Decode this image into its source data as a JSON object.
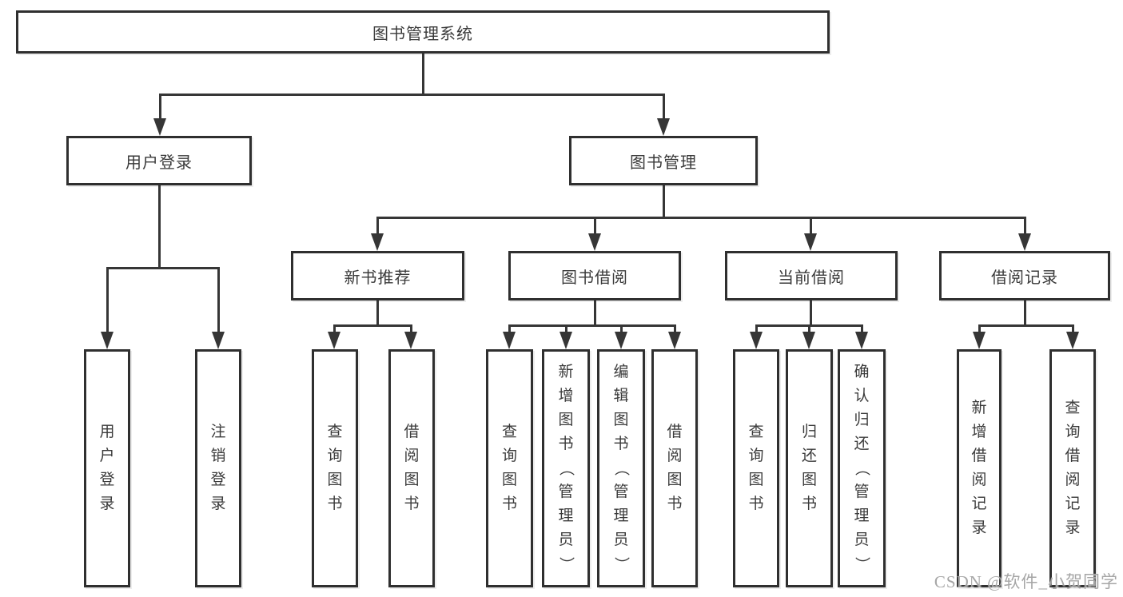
{
  "tree": {
    "root": {
      "label": "图书管理系统"
    },
    "branches": [
      {
        "label": "用户登录",
        "children": [
          {
            "label": "用户登录"
          },
          {
            "label": "注销登录"
          }
        ]
      },
      {
        "label": "图书管理",
        "groups": [
          {
            "label": "新书推荐",
            "children": [
              {
                "label": "查询图书"
              },
              {
                "label": "借阅图书"
              }
            ]
          },
          {
            "label": "图书借阅",
            "children": [
              {
                "label": "查询图书"
              },
              {
                "label": "新增图书（管理员）"
              },
              {
                "label": "编辑图书（管理员）"
              },
              {
                "label": "借阅图书"
              }
            ]
          },
          {
            "label": "当前借阅",
            "children": [
              {
                "label": "查询图书"
              },
              {
                "label": "归还图书"
              },
              {
                "label": "确认归还（管理员）"
              }
            ]
          },
          {
            "label": "借阅记录",
            "children": [
              {
                "label": "新增借阅记录"
              },
              {
                "label": "查询借阅记录"
              }
            ]
          }
        ]
      }
    ]
  },
  "watermark": "CSDN @软件_小贺同学",
  "colors": {
    "line": "#363636",
    "text": "#3a3a3a",
    "watermark": "#a6a6a6",
    "background": "#ffffff"
  }
}
